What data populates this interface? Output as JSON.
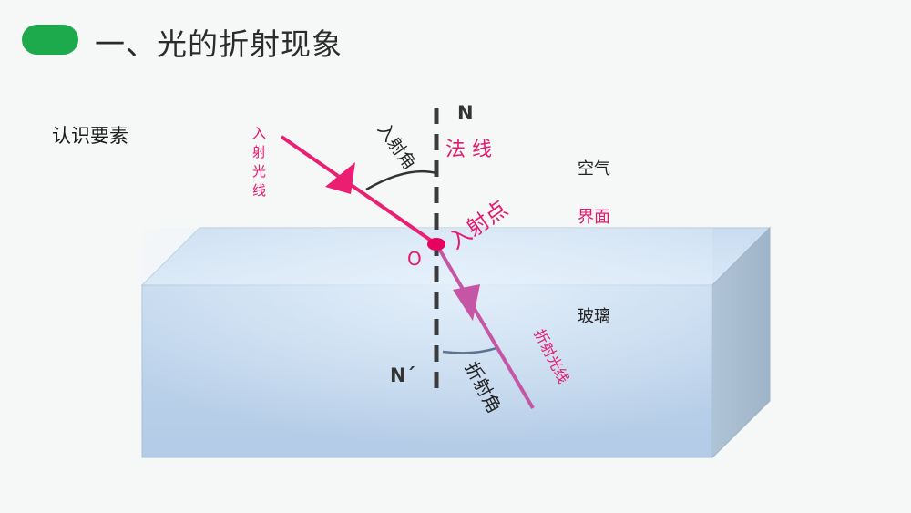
{
  "header": {
    "title": "一、光的折射现象",
    "accent_color": "#1daa4c"
  },
  "subtitle": "认识要素",
  "diagram": {
    "normal_top_label": "N",
    "normal_bottom_label": "N´",
    "normal_line_label": "法 线",
    "incident_ray_label": "入射光线",
    "incident_angle_label": "入射角",
    "incidence_point_label": "入射点",
    "point_label": "O",
    "refracted_ray_label": "折射光线",
    "refraction_angle_label": "折射角",
    "air_label": "空气",
    "interface_label": "界面",
    "glass_label": "玻璃",
    "colors": {
      "incident": "#ea1f72",
      "refracted": "#c556a6",
      "label_pink": "#e5196e",
      "normal": "#3b3b3b",
      "glass_front": "#bcd3ec",
      "glass_top": "#d4e5f5",
      "glass_side": "#a9bdd0"
    }
  }
}
